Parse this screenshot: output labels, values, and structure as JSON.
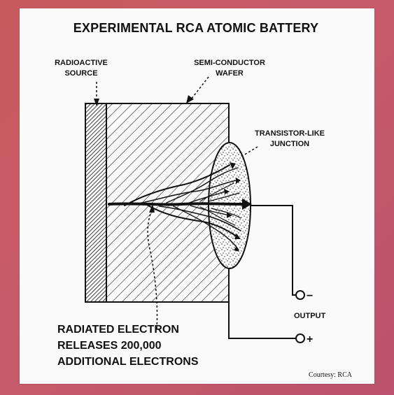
{
  "diagram": {
    "title": "EXPERIMENTAL RCA ATOMIC BATTERY",
    "labels": {
      "radioactive_source": [
        "RADIOACTIVE",
        "SOURCE"
      ],
      "semiconductor_wafer": [
        "SEMI-CONDUCTOR",
        "WAFER"
      ],
      "junction": [
        "TRANSISTOR-LIKE",
        "JUNCTION"
      ],
      "output": "OUTPUT",
      "minus": "−",
      "plus": "+",
      "radiated_electron": [
        "RADIATED ELECTRON",
        "RELEASES 200,000",
        "ADDITIONAL ELECTRONS"
      ]
    },
    "courtesy": "Courtesy: RCA"
  }
}
